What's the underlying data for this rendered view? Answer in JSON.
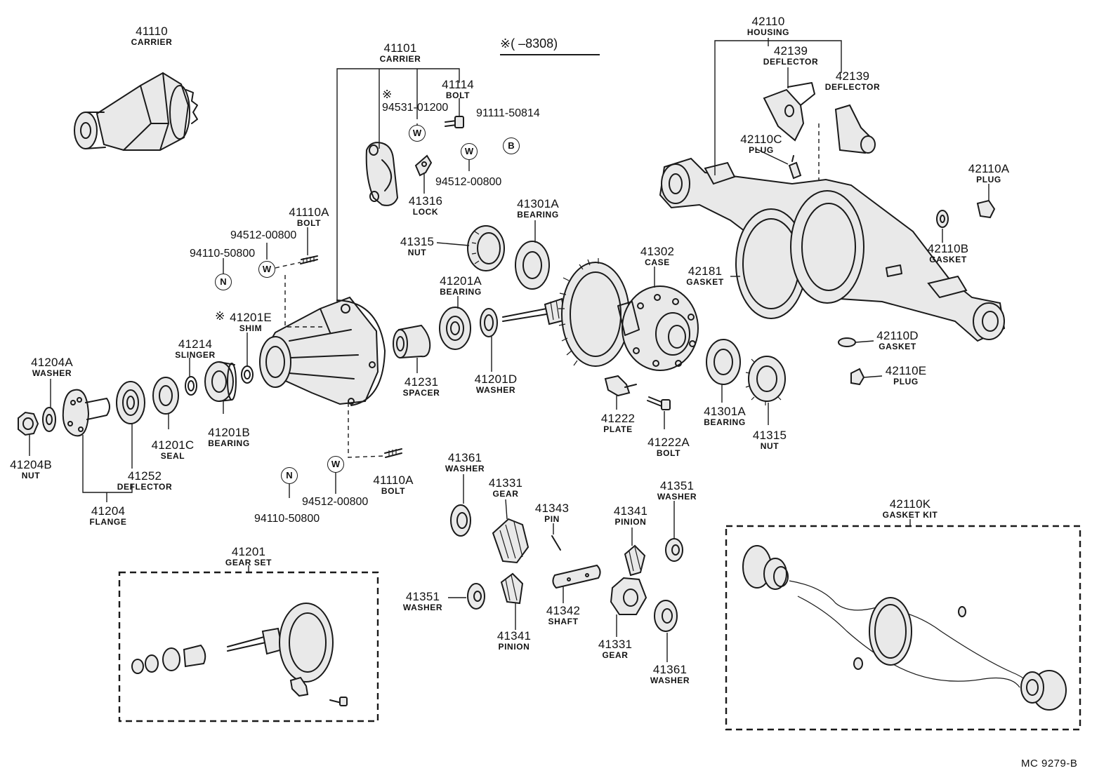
{
  "header_note": "※(      –8308)",
  "diagram_code": "MC  9279-B",
  "symbol_letters": {
    "w": "W",
    "n": "N",
    "b": "B"
  },
  "mark": "※",
  "parts": {
    "p41110": {
      "pn": "41110",
      "nm": "CARRIER"
    },
    "p41101": {
      "pn": "41101",
      "nm": "CARRIER"
    },
    "p41114": {
      "pn": "41114",
      "nm": "BOLT"
    },
    "p91111": {
      "pn": "91111-50814"
    },
    "p94531": {
      "pn": "94531-01200"
    },
    "p94512a": {
      "pn": "94512-00800"
    },
    "p41316": {
      "pn": "41316",
      "nm": "LOCK"
    },
    "p41110a1": {
      "pn": "41110A",
      "nm": "BOLT"
    },
    "p94512b": {
      "pn": "94512-00800"
    },
    "p94110a": {
      "pn": "94110-50800"
    },
    "p41315a": {
      "pn": "41315",
      "nm": "NUT"
    },
    "p41301a1": {
      "pn": "41301A",
      "nm": "BEARING"
    },
    "p41201a": {
      "pn": "41201A",
      "nm": "BEARING"
    },
    "p41302": {
      "pn": "41302",
      "nm": "CASE"
    },
    "p41201e": {
      "pn": "41201E",
      "nm": "SHIM"
    },
    "p41214": {
      "pn": "41214",
      "nm": "SLINGER"
    },
    "p41204a": {
      "pn": "41204A",
      "nm": "WASHER"
    },
    "p41231": {
      "pn": "41231",
      "nm": "SPACER"
    },
    "p41201d": {
      "pn": "41201D",
      "nm": "WASHER"
    },
    "p41201b": {
      "pn": "41201B",
      "nm": "BEARING"
    },
    "p41201c": {
      "pn": "41201C",
      "nm": "SEAL"
    },
    "p41204b": {
      "pn": "41204B",
      "nm": "NUT"
    },
    "p41252": {
      "pn": "41252",
      "nm": "DEFLECTOR"
    },
    "p41204": {
      "pn": "41204",
      "nm": "FLANGE"
    },
    "p41222": {
      "pn": "41222",
      "nm": "PLATE"
    },
    "p41222a": {
      "pn": "41222A",
      "nm": "BOLT"
    },
    "p41301a2": {
      "pn": "41301A",
      "nm": "BEARING"
    },
    "p41315b": {
      "pn": "41315",
      "nm": "NUT"
    },
    "p41110a2": {
      "pn": "41110A",
      "nm": "BOLT"
    },
    "p94512c": {
      "pn": "94512-00800"
    },
    "p94110b": {
      "pn": "94110-50800"
    },
    "p41361a": {
      "pn": "41361",
      "nm": "WASHER"
    },
    "p41331a": {
      "pn": "41331",
      "nm": "GEAR"
    },
    "p41343": {
      "pn": "41343",
      "nm": "PIN"
    },
    "p41341a": {
      "pn": "41341",
      "nm": "PINION"
    },
    "p41351a": {
      "pn": "41351",
      "nm": "WASHER"
    },
    "p41351b": {
      "pn": "41351",
      "nm": "WASHER"
    },
    "p41341b": {
      "pn": "41341",
      "nm": "PINION"
    },
    "p41342": {
      "pn": "41342",
      "nm": "SHAFT"
    },
    "p41331b": {
      "pn": "41331",
      "nm": "GEAR"
    },
    "p41361b": {
      "pn": "41361",
      "nm": "WASHER"
    },
    "p41201": {
      "pn": "41201",
      "nm": "GEAR SET"
    },
    "p42110": {
      "pn": "42110",
      "nm": "HOUSING"
    },
    "p42139a": {
      "pn": "42139",
      "nm": "DEFLECTOR"
    },
    "p42139b": {
      "pn": "42139",
      "nm": "DEFLECTOR"
    },
    "p42110c": {
      "pn": "42110C",
      "nm": "PLUG"
    },
    "p42110a": {
      "pn": "42110A",
      "nm": "PLUG"
    },
    "p42110b": {
      "pn": "42110B",
      "nm": "GASKET"
    },
    "p42181": {
      "pn": "42181",
      "nm": "GASKET"
    },
    "p42110d": {
      "pn": "42110D",
      "nm": "GASKET"
    },
    "p42110e": {
      "pn": "42110E",
      "nm": "PLUG"
    },
    "p42110k": {
      "pn": "42110K",
      "nm": "GASKET KIT"
    }
  }
}
